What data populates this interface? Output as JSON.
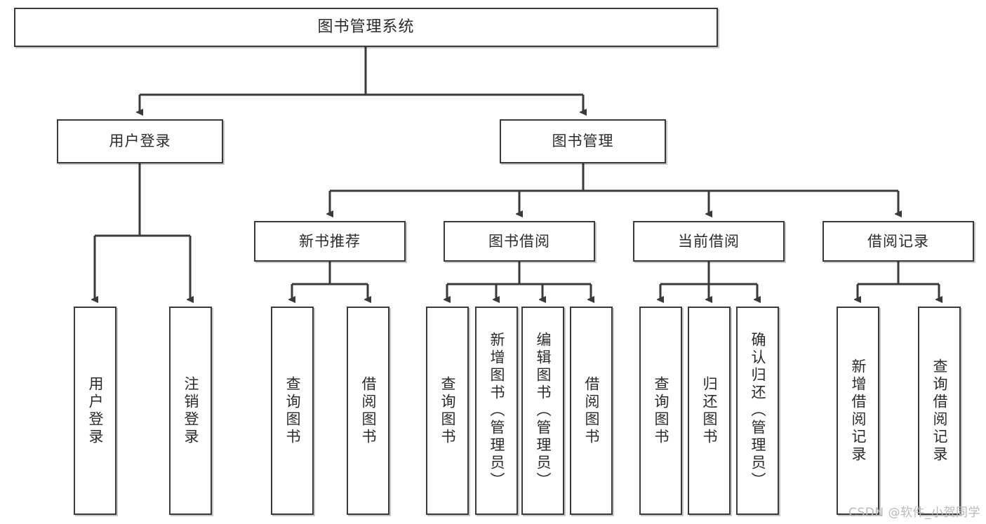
{
  "diagram": {
    "title": "图书管理系统",
    "type": "hierarchy-tree",
    "watermark": "CSDN @软件_小贺同学",
    "colors": {
      "box_border": "#3a3a3a",
      "box_fill": "#ffffff",
      "connector": "#3a3a3a",
      "text": "#2b2b2b",
      "watermark": "#b9b9b9"
    },
    "nodes": {
      "root": {
        "label": "图书管理系统"
      },
      "level2": [
        {
          "id": "user-login",
          "label": "用户登录"
        },
        {
          "id": "book-manage",
          "label": "图书管理"
        }
      ],
      "level3": [
        {
          "id": "new-book-recommend",
          "label": "新书推荐"
        },
        {
          "id": "book-borrow",
          "label": "图书借阅"
        },
        {
          "id": "current-borrow",
          "label": "当前借阅"
        },
        {
          "id": "borrow-record",
          "label": "借阅记录"
        }
      ],
      "leaves": {
        "user-login": [
          {
            "id": "leaf-user-login",
            "label": "用户登录"
          },
          {
            "id": "leaf-logout",
            "label": "注销登录"
          }
        ],
        "new-book-recommend": [
          {
            "id": "leaf-query-book-1",
            "label": "查询图书"
          },
          {
            "id": "leaf-borrow-book-1",
            "label": "借阅图书"
          }
        ],
        "book-borrow": [
          {
            "id": "leaf-query-book-2",
            "label": "查询图书"
          },
          {
            "id": "leaf-add-book",
            "label": "新增图书（管理员）"
          },
          {
            "id": "leaf-edit-book",
            "label": "编辑图书（管理员）"
          },
          {
            "id": "leaf-borrow-book-2",
            "label": "借阅图书"
          }
        ],
        "current-borrow": [
          {
            "id": "leaf-query-book-3",
            "label": "查询图书"
          },
          {
            "id": "leaf-return-book",
            "label": "归还图书"
          },
          {
            "id": "leaf-confirm-return",
            "label": "确认归还（管理员）"
          }
        ],
        "borrow-record": [
          {
            "id": "leaf-add-record",
            "label": "新增借阅记录"
          },
          {
            "id": "leaf-query-record",
            "label": "查询借阅记录"
          }
        ]
      }
    }
  }
}
